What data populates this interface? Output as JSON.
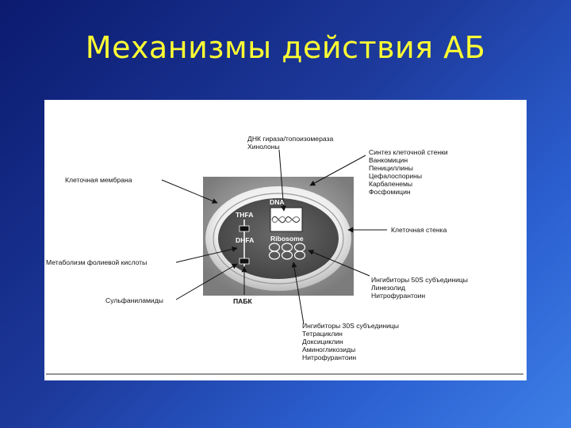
{
  "slide": {
    "title": "Механизмы действия АБ"
  },
  "diagram": {
    "cell_labels": {
      "dna": "DNA",
      "thfa": "THFA",
      "dhfa": "DHFA",
      "ribosome": "Ribosome"
    },
    "labels": {
      "membrane": "Клеточная мембрана",
      "folate_metabolism": "Метаболизм фолиевой кислоты",
      "sulfonamides": "Сульфаниламиды",
      "pabk": "ПАБК",
      "cell_wall": "Клеточная стенка"
    },
    "groups": {
      "dna_gyrase": {
        "heading": "ДНК гираза/топоизомераза",
        "items": [
          "Хинолоны"
        ]
      },
      "cell_wall_synthesis": {
        "heading": "Синтез клеточной стенки",
        "items": [
          "Ванкомицин",
          "Пенициллины",
          "Цефалоспорины",
          "Карбапенемы",
          "Фосфомицин"
        ]
      },
      "inhibitors_50s": {
        "heading": "Ингибиторы 50S субъединицы",
        "items": [
          "Линезолид",
          "Нитрофурантоин"
        ]
      },
      "inhibitors_30s": {
        "heading": "Ингибиторы 30S субъединицы",
        "items": [
          "Тетрациклин",
          "Доксициклин",
          "Аминогликозиды",
          "Нитрофурантоин"
        ]
      }
    },
    "colors": {
      "background_dark": "#0b1a6e",
      "background_light": "#3d7ee6",
      "title": "#ffff33",
      "cell_outer": "#8a8a8a",
      "cell_inner": "#555555"
    }
  }
}
